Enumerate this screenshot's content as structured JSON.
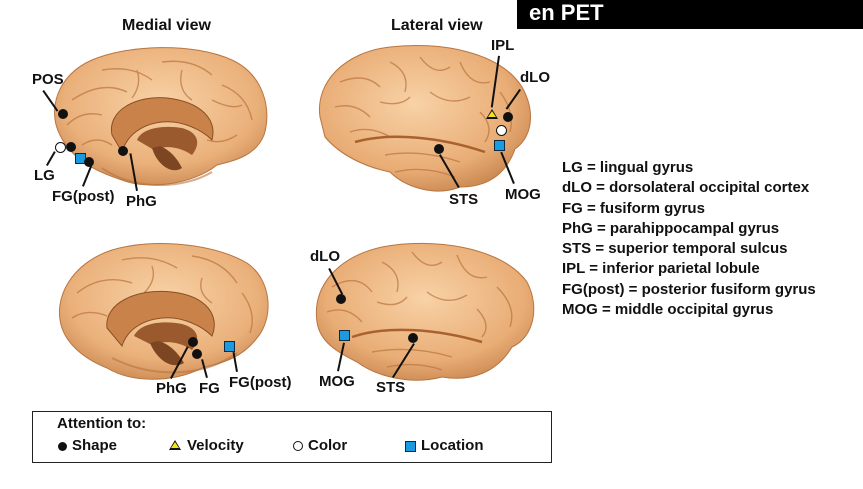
{
  "banner": "en PET",
  "headings": {
    "medial": "Medial view",
    "lateral": "Lateral view"
  },
  "labels": {
    "pos": "POS",
    "lg": "LG",
    "fg_post_top": "FG(post)",
    "phg_top": "PhG",
    "ipl": "IPL",
    "dlo_top": "dLO",
    "sts_top": "STS",
    "mog_top": "MOG",
    "dlo_bottom": "dLO",
    "mog_bottom": "MOG",
    "sts_bottom": "STS",
    "phg_bottom": "PhG",
    "fg_bottom": "FG",
    "fg_post_bottom": "FG(post)"
  },
  "abbreviations": [
    "LG = lingual gyrus",
    "dLO = dorsolateral occipital cortex",
    "FG = fusiform gyrus",
    "PhG = parahippocampal gyrus",
    "STS = superior temporal sulcus",
    "IPL = inferior parietal lobule",
    "FG(post) = posterior fusiform gyrus",
    "MOG = middle occipital gyrus"
  ],
  "legend": {
    "title": "Attention to:",
    "items": [
      {
        "label": "Shape",
        "marker": "black-dot"
      },
      {
        "label": "Velocity",
        "marker": "yellow-triangle"
      },
      {
        "label": "Color",
        "marker": "white-circle"
      },
      {
        "label": "Location",
        "marker": "blue-square"
      }
    ]
  },
  "colors": {
    "brain": "#f0bf8c",
    "brain_shadow": "#d8955c",
    "sulcus": "#b9743e",
    "location": "#1a9be0",
    "velocity": "#f5e21a"
  }
}
